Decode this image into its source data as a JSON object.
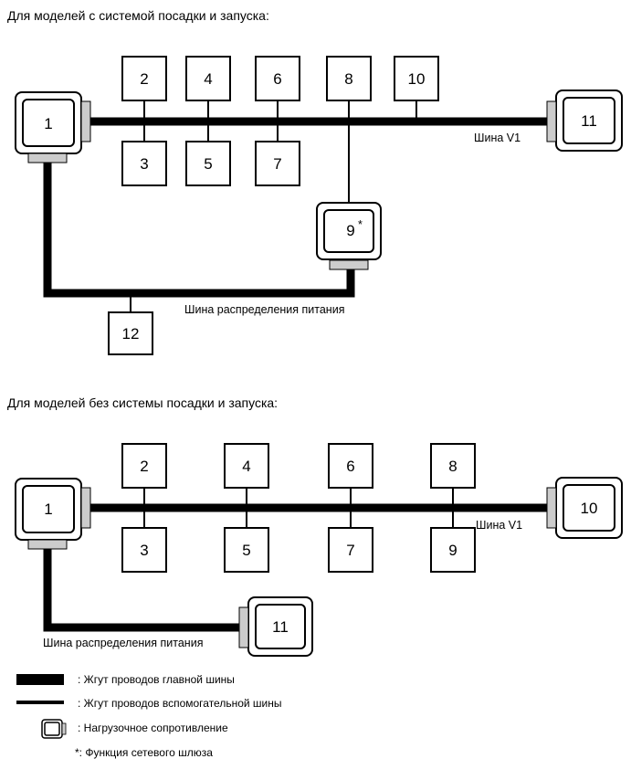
{
  "section1": {
    "heading": "Для моделей с системой посадки и запуска:",
    "bus_v1_label": "Шина V1",
    "power_bus_label": "Шина распределения питания",
    "nodes": {
      "n1": "1",
      "n2": "2",
      "n3": "3",
      "n4": "4",
      "n5": "5",
      "n6": "6",
      "n7": "7",
      "n8": "8",
      "n9": "9",
      "n9_mark": "*",
      "n10": "10",
      "n11": "11",
      "n12": "12"
    }
  },
  "section2": {
    "heading": "Для моделей без системы посадки и запуска:",
    "bus_v1_label": "Шина V1",
    "power_bus_label": "Шина распределения питания",
    "nodes": {
      "n1": "1",
      "n2": "2",
      "n3": "3",
      "n4": "4",
      "n5": "5",
      "n6": "6",
      "n7": "7",
      "n8": "8",
      "n9": "9",
      "n10": "10",
      "n11": "11"
    }
  },
  "legend": {
    "main_bus": ": Жгут проводов главной шины",
    "sub_bus": ": Жгут проводов вспомогательной шины",
    "terminator": ": Нагрузочное сопротивление",
    "gateway": "*: Функция сетевого шлюза"
  },
  "colors": {
    "line": "#000000",
    "connector": "#cccccc",
    "background": "#ffffff"
  }
}
